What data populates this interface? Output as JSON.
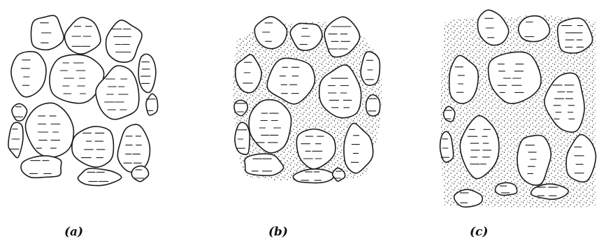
{
  "panels": [
    {
      "label": "(a)",
      "matrix": "none"
    },
    {
      "label": "(b)",
      "matrix": "partial"
    },
    {
      "label": "(c)",
      "matrix": "full"
    }
  ],
  "colors": {
    "ink": "#1a1a1a",
    "paper": "#ffffff",
    "fine_particles": "#333333"
  },
  "icons": [
    "coarse-grain-outline",
    "fine-particle-stipple"
  ]
}
